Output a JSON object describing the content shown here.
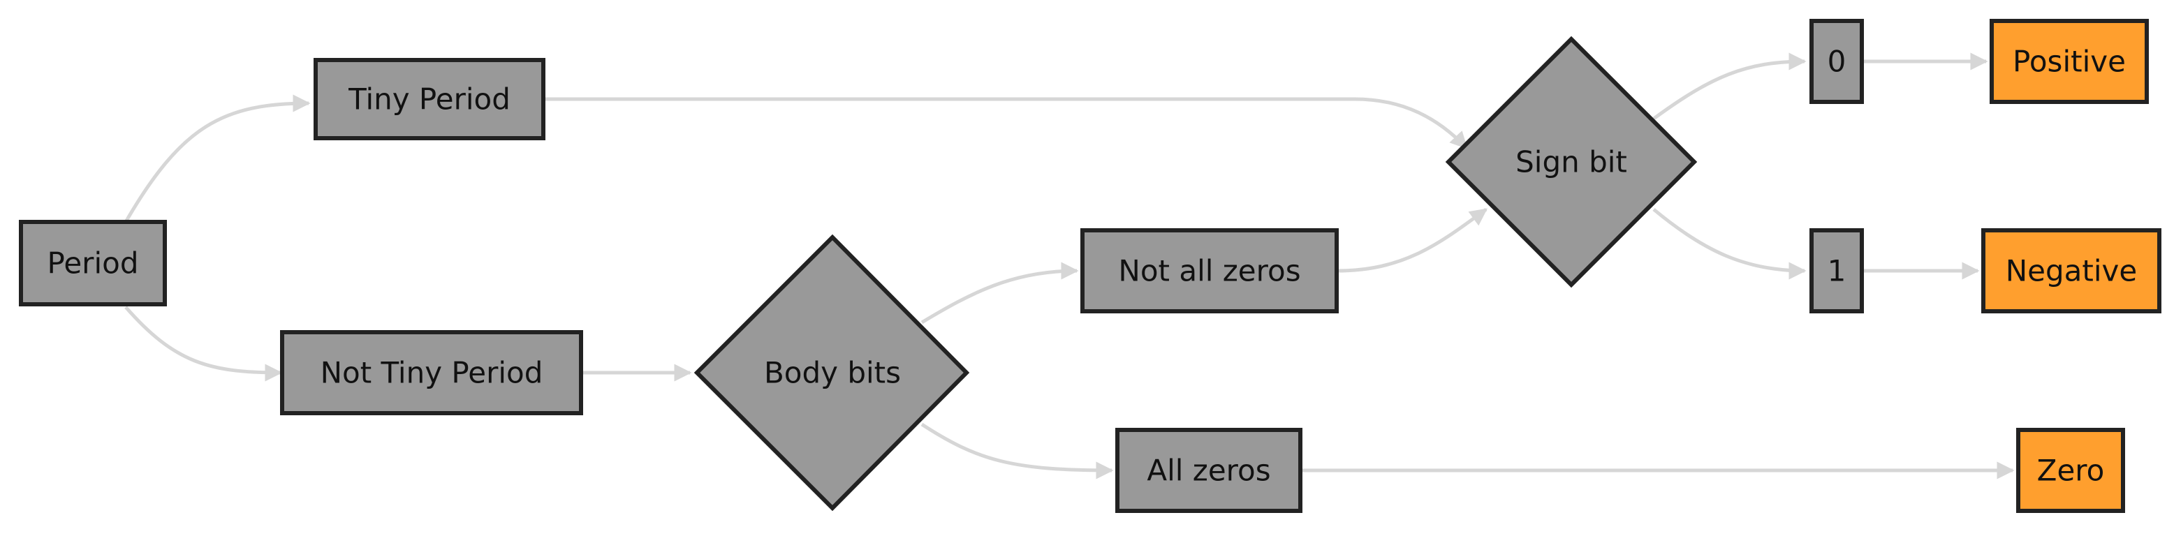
{
  "colors": {
    "decision_fill": "#999999",
    "process_fill": "#999999",
    "outcome_fill": "#ff9f2e",
    "border": "#222222",
    "edge": "#d6d6d6",
    "background": "#ffffff"
  },
  "nodes": {
    "period": {
      "label": "Period",
      "shape": "rect",
      "style": "process"
    },
    "tiny_period": {
      "label": "Tiny Period",
      "shape": "rect",
      "style": "process"
    },
    "not_tiny_period": {
      "label": "Not Tiny Period",
      "shape": "rect",
      "style": "process"
    },
    "body_bits": {
      "label": "Body bits",
      "shape": "diamond",
      "style": "process"
    },
    "not_all_zeros": {
      "label": "Not all zeros",
      "shape": "rect",
      "style": "process"
    },
    "all_zeros": {
      "label": "All zeros",
      "shape": "rect",
      "style": "process"
    },
    "sign_bit": {
      "label": "Sign bit",
      "shape": "diamond",
      "style": "process"
    },
    "bit_0": {
      "label": "0",
      "shape": "rect",
      "style": "process"
    },
    "bit_1": {
      "label": "1",
      "shape": "rect",
      "style": "process"
    },
    "positive": {
      "label": "Positive",
      "shape": "rect",
      "style": "outcome"
    },
    "negative": {
      "label": "Negative",
      "shape": "rect",
      "style": "outcome"
    },
    "zero": {
      "label": "Zero",
      "shape": "rect",
      "style": "outcome"
    }
  },
  "edges": [
    {
      "from": "period",
      "to": "tiny_period"
    },
    {
      "from": "period",
      "to": "not_tiny_period"
    },
    {
      "from": "tiny_period",
      "to": "sign_bit"
    },
    {
      "from": "not_tiny_period",
      "to": "body_bits"
    },
    {
      "from": "body_bits",
      "to": "not_all_zeros"
    },
    {
      "from": "body_bits",
      "to": "all_zeros"
    },
    {
      "from": "not_all_zeros",
      "to": "sign_bit"
    },
    {
      "from": "sign_bit",
      "to": "bit_0"
    },
    {
      "from": "sign_bit",
      "to": "bit_1"
    },
    {
      "from": "bit_0",
      "to": "positive"
    },
    {
      "from": "bit_1",
      "to": "negative"
    },
    {
      "from": "all_zeros",
      "to": "zero"
    }
  ]
}
